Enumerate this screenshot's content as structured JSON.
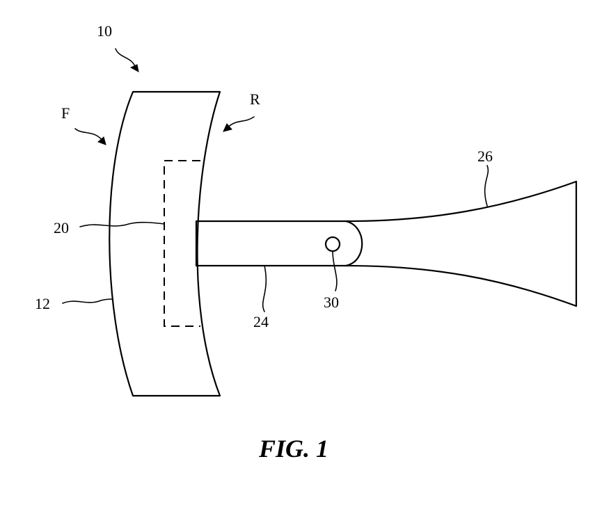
{
  "figure": {
    "caption": "FIG. 1",
    "labels": {
      "device": "10",
      "front": "F",
      "rear": "R",
      "face_member": "12",
      "hidden_region": "20",
      "stem": "24",
      "handle": "26",
      "pivot": "30"
    }
  }
}
